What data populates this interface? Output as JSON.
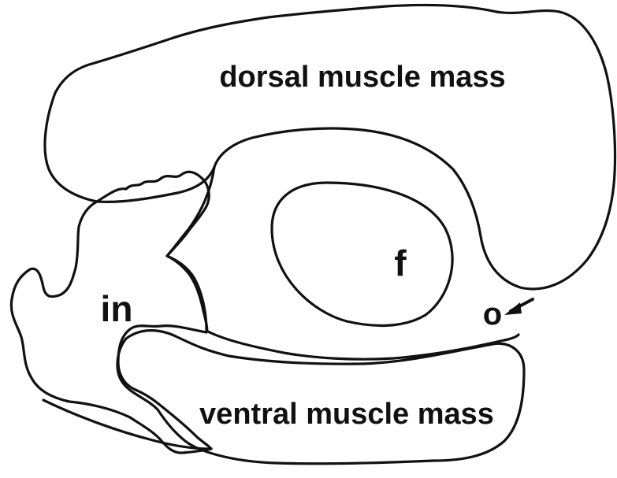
{
  "labels": {
    "dorsal": "dorsal muscle mass",
    "ventral": "ventral muscle mass",
    "intestine": "in",
    "fin": "f",
    "opening": "o"
  }
}
